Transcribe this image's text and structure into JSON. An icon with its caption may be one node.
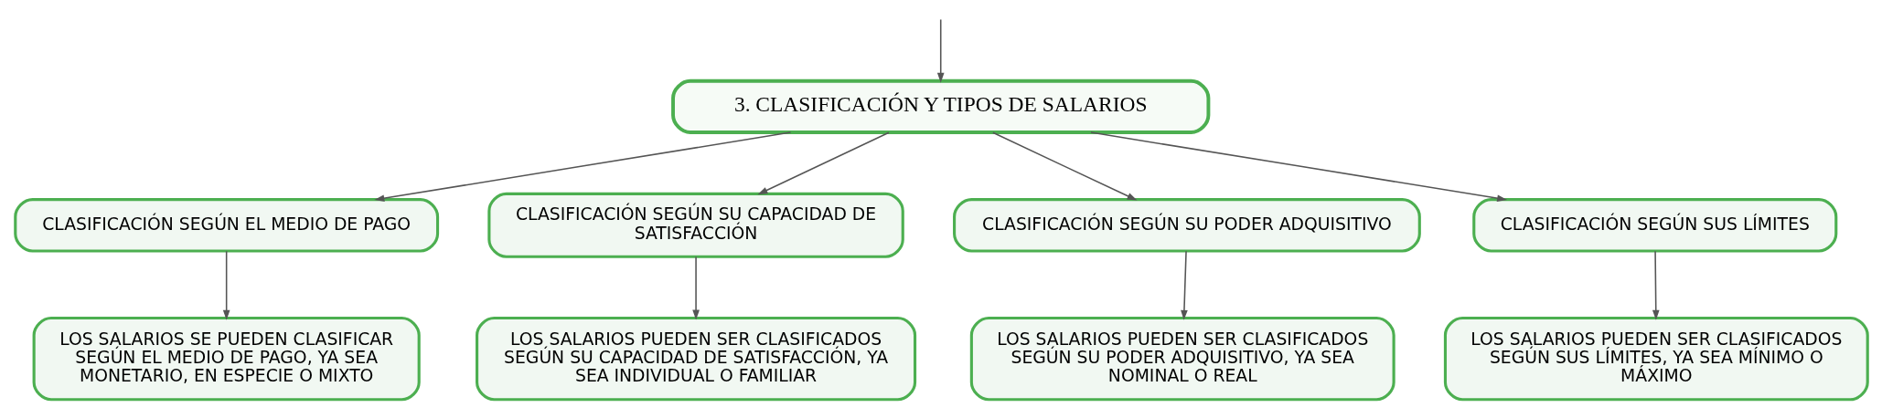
{
  "diagram": {
    "nodes": [
      {
        "text": [
          "3. CLASIFICACIÓN Y TIPOS DE SALARIOS"
        ]
      },
      {
        "text": [
          "CLASIFICACIÓN SEGÚN EL MEDIO DE PAGO"
        ]
      },
      {
        "text": [
          "CLASIFICACIÓN SEGÚN SU CAPACIDAD DE SATISFACCIÓN"
        ]
      },
      {
        "text": [
          "CLASIFICACIÓN SEGÚN SU PODER ADQUISITIVO"
        ]
      },
      {
        "text": [
          "CLASIFICACIÓN SEGÚN SUS LÍMITES"
        ]
      },
      {
        "text": [
          "LOS SALARIOS SE PUEDEN CLASIFICAR SEGÚN EL MEDIO DE PAGO, YA SEA MONETARIO, EN ESPECIE O MIXTO"
        ]
      },
      {
        "text": [
          "LOS SALARIOS PUEDEN SER CLASIFICADOS SEGÚN SU CAPACIDAD DE SATISFACCIÓN, YA SEA INDIVIDUAL O FAMILIAR"
        ]
      },
      {
        "text": [
          "LOS SALARIOS PUEDEN SER CLASIFICADOS SEGÚN SU PODER ADQUISITIVO, YA SEA NOMINAL O REAL"
        ]
      },
      {
        "text": [
          "LOS SALARIOS PUEDEN SER CLASIFICADOS SEGÚN SUS LÍMITES, YA SEA MÍNIMO O MÁXIMO"
        ]
      }
    ],
    "edges": [
      {
        "from": null,
        "to": 0,
        "arrow": "to"
      },
      {
        "from": 0,
        "to": 1,
        "arrow": "to"
      },
      {
        "from": 0,
        "to": 2,
        "arrow": "to"
      },
      {
        "from": 0,
        "to": 3,
        "arrow": "to"
      },
      {
        "from": 0,
        "to": 4,
        "arrow": "to"
      },
      {
        "from": 1,
        "to": 5,
        "arrow": "to"
      },
      {
        "from": 2,
        "to": 6,
        "arrow": "to"
      },
      {
        "from": 3,
        "to": 7,
        "arrow": "to"
      },
      {
        "from": 4,
        "to": 8,
        "arrow": "to"
      }
    ]
  }
}
